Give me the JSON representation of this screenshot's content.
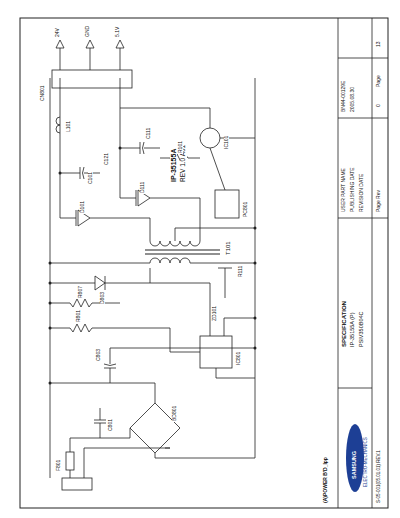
{
  "diagram": {
    "labels": [
      "SPECIFICATION",
      "IP-35155A (P)",
      "PSIV350B04C",
      "USER PART NAME",
      "PUBLISHING DATE",
      "REVISION DATE",
      "BN44-00129E",
      "2005.08.30",
      "SAMSUNG",
      "ELECTRO-MECHANICS",
      "(A)POWER B'D_Ipp",
      "S-05-001(05.01.01) REV.1",
      "Page Rev",
      "0",
      "Page",
      "13",
      "IP-35155A",
      "REV 1.0 A01",
      "T101",
      "CN801",
      "24V",
      "GND",
      "5.1V",
      "F801",
      "BD801",
      "C801",
      "R801",
      "IC801",
      "C803",
      "D803",
      "R807",
      "D101",
      "C101",
      "R101",
      "PC801",
      "IC101",
      "C111",
      "D111",
      "ZD101",
      "R111",
      "C121",
      "L101"
    ]
  }
}
